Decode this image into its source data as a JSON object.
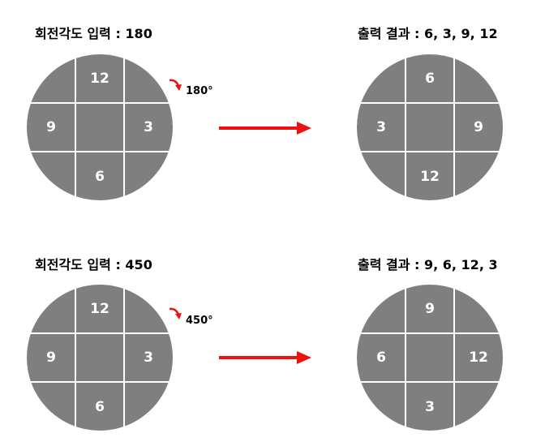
{
  "examples": [
    {
      "input_label": "회전각도 입력 : 180",
      "angle_label": "180°",
      "output_label": "출력 결과 : 6, 3, 9, 12",
      "input_dial": {
        "top": "12",
        "right": "3",
        "bottom": "6",
        "left": "9"
      },
      "output_dial": {
        "top": "6",
        "right": "9",
        "bottom": "12",
        "left": "3"
      }
    },
    {
      "input_label": "회전각도 입력 : 450",
      "angle_label": "450°",
      "output_label": "출력 결과 : 9, 6, 12, 3",
      "input_dial": {
        "top": "12",
        "right": "3",
        "bottom": "6",
        "left": "9"
      },
      "output_dial": {
        "top": "9",
        "right": "12",
        "bottom": "3",
        "left": "6"
      }
    }
  ],
  "colors": {
    "disk_fill": "#7f7f7f",
    "grid_line": "#ffffff",
    "arrow": "#ee1111",
    "text": "#000000",
    "dial_text": "#ffffff"
  }
}
